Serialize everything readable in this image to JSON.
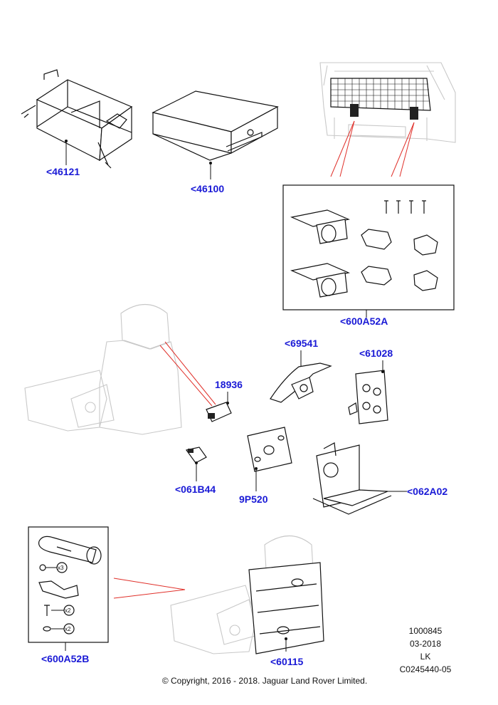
{
  "callouts": {
    "storage_box": "<46121",
    "case": "<46100",
    "cargo_kit": "<600A52A",
    "hook": "<69541",
    "bracket_plate": "<61028",
    "clip": "18936",
    "connector": "<061B44",
    "mount_plate": "9P520",
    "tray": "<062A02",
    "tube_kit": "<600A52B",
    "seat_back": "<60115"
  },
  "quantities": {
    "q1": "x3",
    "q2": "x2",
    "q3": "x2"
  },
  "meta": {
    "code1": "1000845",
    "date": "03-2018",
    "initials": "LK",
    "ref": "C0245440-05"
  },
  "footer": {
    "copyright": "© Copyright, 2016 - 2018. Jaguar Land Rover Limited."
  }
}
